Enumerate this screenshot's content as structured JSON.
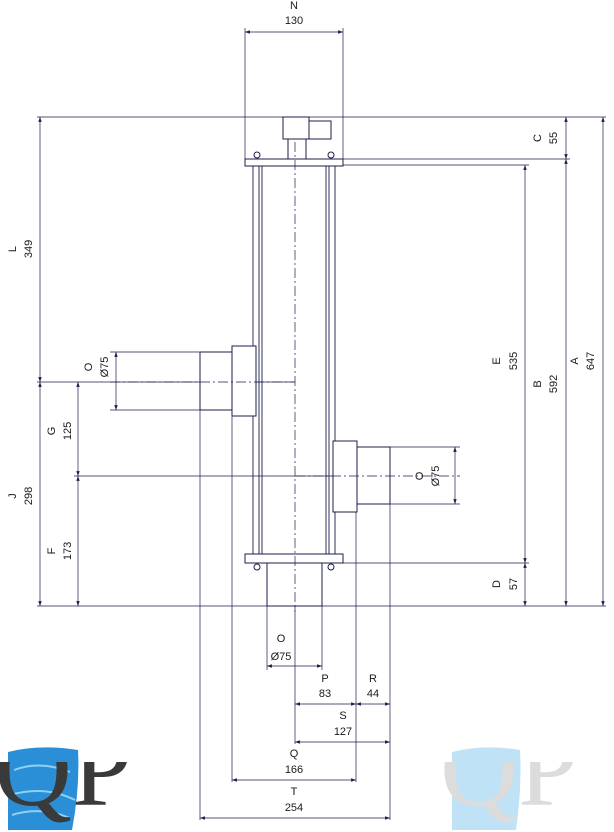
{
  "dimensions": {
    "N": {
      "letter": "N",
      "value": "130"
    },
    "C": {
      "letter": "C",
      "value": "55"
    },
    "L": {
      "letter": "L",
      "value": "349"
    },
    "E": {
      "letter": "E",
      "value": "535"
    },
    "B": {
      "letter": "B",
      "value": "592"
    },
    "A": {
      "letter": "A",
      "value": "647"
    },
    "O_left": {
      "letter": "O",
      "value": "Ø75"
    },
    "G": {
      "letter": "G",
      "value": "125"
    },
    "O_right": {
      "letter": "O",
      "value": "Ø75"
    },
    "J": {
      "letter": "J",
      "value": "298"
    },
    "F": {
      "letter": "F",
      "value": "173"
    },
    "D": {
      "letter": "D",
      "value": "57"
    },
    "O_bottom": {
      "letter": "O",
      "value": "Ø75"
    },
    "P": {
      "letter": "P",
      "value": "83"
    },
    "R": {
      "letter": "R",
      "value": "44"
    },
    "S": {
      "letter": "S",
      "value": "127"
    },
    "Q": {
      "letter": "Q",
      "value": "166"
    },
    "T": {
      "letter": "T",
      "value": "254"
    }
  },
  "logos": {
    "left": {
      "text": "QP",
      "water_color": "#2a8fd6",
      "text_color": "#3a3a3a"
    },
    "right": {
      "text": "QP",
      "water_color": "#bfe2f7",
      "text_color": "#dcdcdc"
    }
  },
  "colors": {
    "line": "#1c1c4a",
    "background": "#ffffff"
  }
}
